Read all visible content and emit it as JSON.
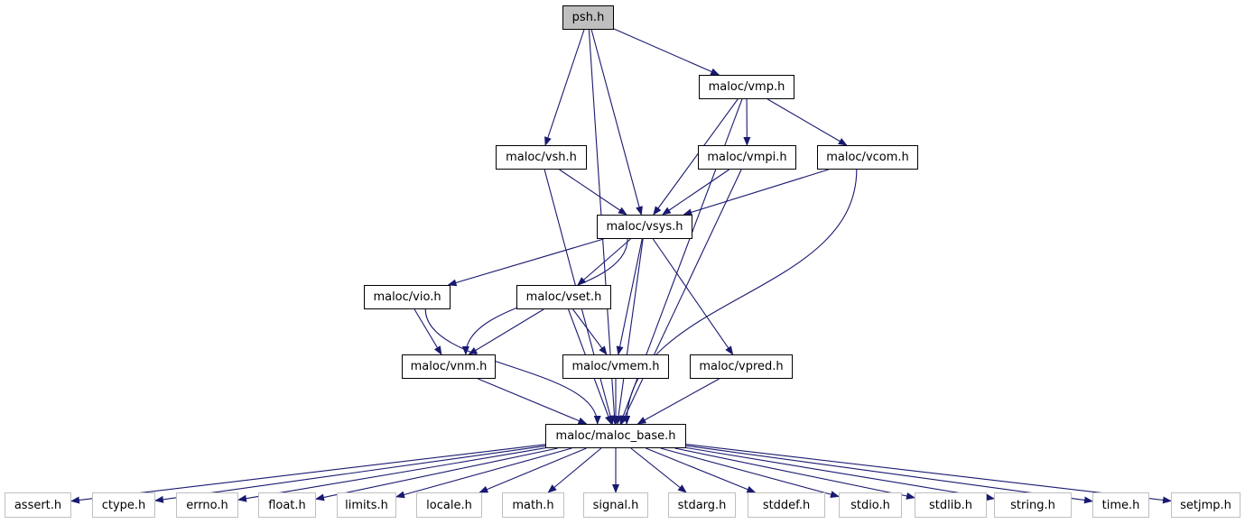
{
  "colors": {
    "edge": "#191970",
    "node_border": "#000000",
    "root_fill": "#bfbfbf",
    "external_border": "#bfbfbf"
  },
  "nodes": {
    "psh": "psh.h",
    "vmp": "maloc/vmp.h",
    "vsh": "maloc/vsh.h",
    "vmpi": "maloc/vmpi.h",
    "vcom": "maloc/vcom.h",
    "vsys": "maloc/vsys.h",
    "vio": "maloc/vio.h",
    "vset": "maloc/vset.h",
    "vnm": "maloc/vnm.h",
    "vmem": "maloc/vmem.h",
    "vpred": "maloc/vpred.h",
    "base": "maloc/maloc_base.h",
    "assert": "assert.h",
    "ctype": "ctype.h",
    "errno": "errno.h",
    "float": "float.h",
    "limits": "limits.h",
    "locale": "locale.h",
    "math": "math.h",
    "signal": "signal.h",
    "stdarg": "stdarg.h",
    "stddef": "stddef.h",
    "stdio": "stdio.h",
    "stdlib": "stdlib.h",
    "string": "string.h",
    "time": "time.h",
    "setjmp": "setjmp.h"
  },
  "edges": [
    [
      "psh",
      "vmp"
    ],
    [
      "psh",
      "vsh"
    ],
    [
      "psh",
      "vsys"
    ],
    [
      "psh",
      "base"
    ],
    [
      "vmp",
      "vmpi"
    ],
    [
      "vmp",
      "vcom"
    ],
    [
      "vmp",
      "vsys"
    ],
    [
      "vmp",
      "base"
    ],
    [
      "vsh",
      "vsys"
    ],
    [
      "vsh",
      "base"
    ],
    [
      "vmpi",
      "vsys"
    ],
    [
      "vmpi",
      "base"
    ],
    [
      "vcom",
      "vsys"
    ],
    [
      "vcom",
      "base"
    ],
    [
      "vsys",
      "vio"
    ],
    [
      "vsys",
      "vset"
    ],
    [
      "vsys",
      "vnm"
    ],
    [
      "vsys",
      "vmem"
    ],
    [
      "vsys",
      "vpred"
    ],
    [
      "vsys",
      "base"
    ],
    [
      "vio",
      "vnm"
    ],
    [
      "vio",
      "base"
    ],
    [
      "vset",
      "vnm"
    ],
    [
      "vset",
      "vmem"
    ],
    [
      "vset",
      "base"
    ],
    [
      "vnm",
      "base"
    ],
    [
      "vmem",
      "base"
    ],
    [
      "vpred",
      "base"
    ],
    [
      "base",
      "assert"
    ],
    [
      "base",
      "ctype"
    ],
    [
      "base",
      "errno"
    ],
    [
      "base",
      "float"
    ],
    [
      "base",
      "limits"
    ],
    [
      "base",
      "locale"
    ],
    [
      "base",
      "math"
    ],
    [
      "base",
      "signal"
    ],
    [
      "base",
      "stdarg"
    ],
    [
      "base",
      "stddef"
    ],
    [
      "base",
      "stdio"
    ],
    [
      "base",
      "stdlib"
    ],
    [
      "base",
      "string"
    ],
    [
      "base",
      "time"
    ],
    [
      "base",
      "setjmp"
    ]
  ]
}
